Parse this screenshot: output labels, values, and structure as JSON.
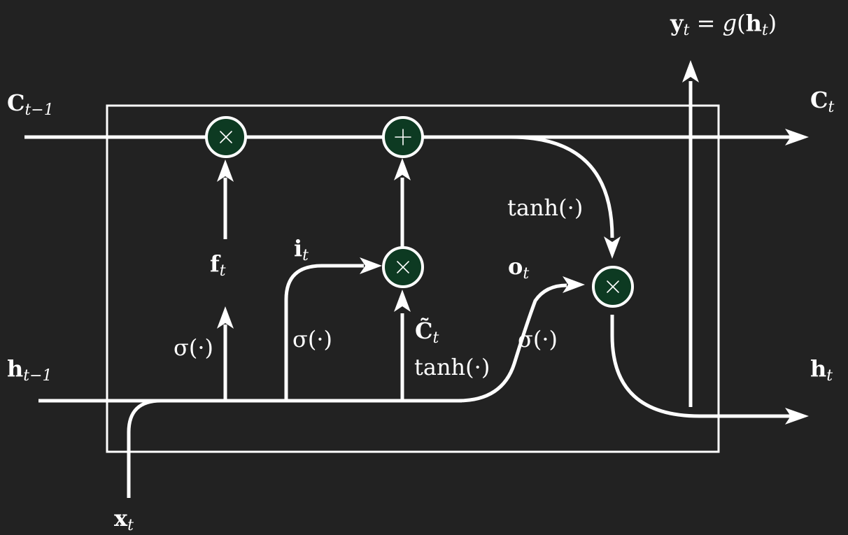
{
  "title": "LSTM cell",
  "colors": {
    "background": "#222222",
    "line": "#ffffff",
    "node_fill": "#0d3a22"
  },
  "nodes": [
    {
      "id": "forget-multiply",
      "operator": "×",
      "icon": "multiply-icon"
    },
    {
      "id": "cell-add",
      "operator": "+",
      "icon": "plus-icon"
    },
    {
      "id": "input-multiply",
      "operator": "×",
      "icon": "multiply-icon"
    },
    {
      "id": "output-multiply",
      "operator": "×",
      "icon": "multiply-icon"
    }
  ],
  "labels": {
    "c_prev": {
      "main": "C",
      "sub": "t−1"
    },
    "c_next": {
      "main": "C",
      "sub": "t"
    },
    "h_prev": {
      "main": "h",
      "sub": "t−1"
    },
    "h_next": {
      "main": "h",
      "sub": "t"
    },
    "x_in": {
      "main": "x",
      "sub": "t"
    },
    "y_out": {
      "lhs_main": "y",
      "lhs_sub": "t",
      "eq": " = ",
      "fn": "g",
      "open": "(",
      "arg_main": "h",
      "arg_sub": "t",
      "close": ")"
    },
    "f_gate": {
      "main": "f",
      "sub": "t"
    },
    "i_gate": {
      "main": "i",
      "sub": "t"
    },
    "o_gate": {
      "main": "o",
      "sub": "t"
    },
    "c_tilde": {
      "main": "C̃",
      "sub": "t"
    },
    "sigma_f": "σ(·)",
    "sigma_i": "σ(·)",
    "sigma_o": "σ(·)",
    "tanh_candidate": "tanh(·)",
    "tanh_cell": "tanh(·)"
  }
}
